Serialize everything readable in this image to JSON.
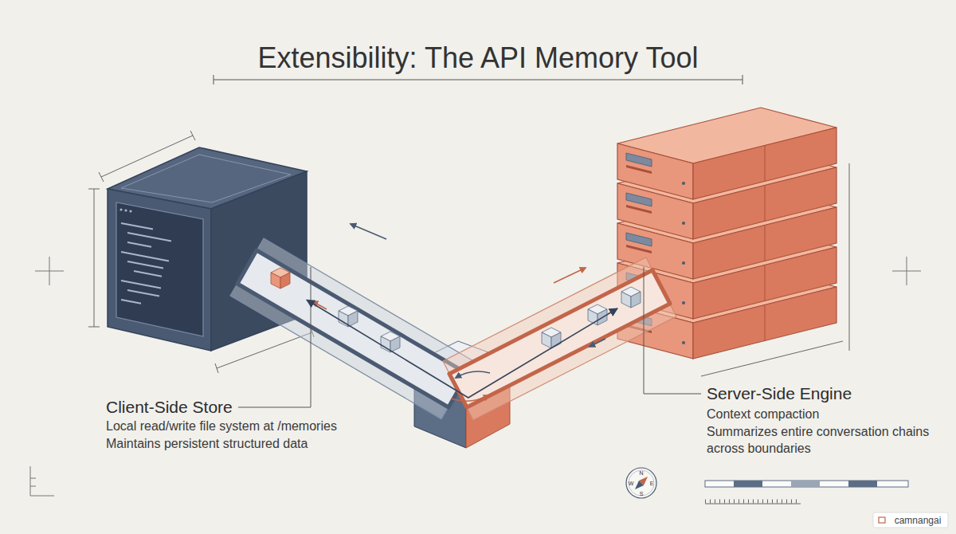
{
  "diagram": {
    "title": "Extensibility: The API Memory Tool",
    "nodes": [
      {
        "text": [
          "Client-Side Store",
          "Local read/write file system at /memories",
          "Maintains persistent structured data"
        ]
      },
      {
        "text": [
          "Server-Side Engine",
          "Context compaction",
          "Summarizes entire conversation chains across boundaries"
        ]
      }
    ],
    "edges": [
      {
        "from": 0,
        "to": 1,
        "arrow": "both"
      }
    ],
    "labels": [
      "camnangai",
      "N",
      "E",
      "S",
      "W"
    ]
  }
}
